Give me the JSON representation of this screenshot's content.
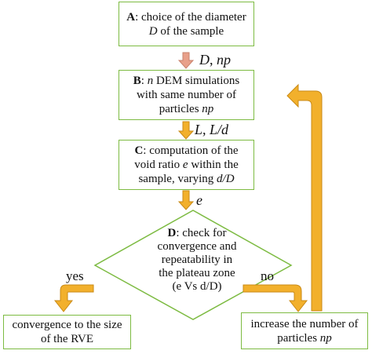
{
  "colors": {
    "box_border": "#7dbb42",
    "arrow_orange": "#f2b02c",
    "arrow_orange_outline": "#c98a16",
    "arrow_salmon": "#e8a08a"
  },
  "boxA": {
    "label": "A",
    "text1": ": choice of the diameter",
    "symbol": "D",
    "text2": " of the sample"
  },
  "arrowAB": {
    "label_var1": "D",
    "label_sep": ", ",
    "label_var2": "np"
  },
  "boxB": {
    "label": "B",
    "colon": ": ",
    "var_n": "n",
    "text1": " DEM simulations",
    "line2": "with same number of",
    "line3_text": "particles ",
    "var_np": "np"
  },
  "arrowBC": {
    "label": "L, L/d"
  },
  "boxC": {
    "label": "C",
    "text1": ": computation of the",
    "line2_text": "void ratio ",
    "var_e": "e",
    "line2_end": " within the",
    "line3_text": "sample, varying ",
    "var_dD": "d/D"
  },
  "arrowCD": {
    "label": "e"
  },
  "diamondD": {
    "label": "D",
    "text1": ": check for",
    "line2": "convergence and",
    "line3": "repeatability in",
    "line4": "the plateau zone",
    "line5": "(e Vs d/D)"
  },
  "branch_yes": "yes",
  "branch_no": "no",
  "boxE": {
    "line1": "convergence to the size",
    "line2": "of the RVE"
  },
  "boxF": {
    "line1": "increase the number of",
    "line2_text": "particles ",
    "var_np": "np"
  }
}
